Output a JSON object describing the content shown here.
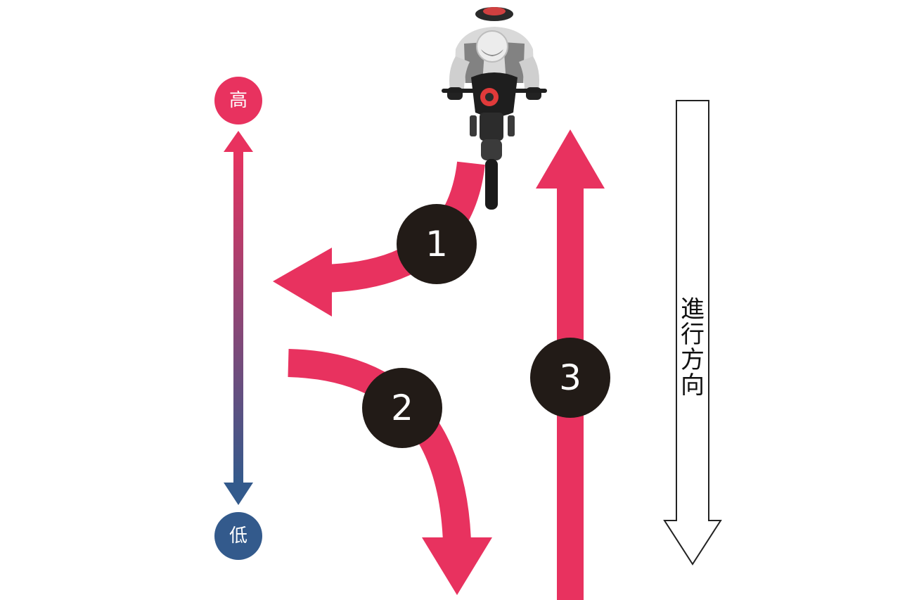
{
  "scale": {
    "high_label": "高",
    "low_label": "低",
    "high_color": "#e8325f",
    "low_color": "#335a8c"
  },
  "arrows": [
    {
      "number": "1"
    },
    {
      "number": "2"
    },
    {
      "number": "3"
    }
  ],
  "direction": {
    "chars": [
      "進",
      "行",
      "方",
      "向"
    ]
  },
  "colors": {
    "arrow": "#e8325f",
    "badge": "#221b17",
    "badge_text": "#ffffff",
    "outline_arrow": "#222222"
  },
  "illustration": {
    "icon": "motorcycle-rider-icon"
  }
}
